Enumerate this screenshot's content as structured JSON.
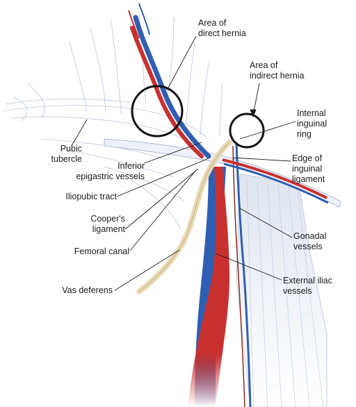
{
  "labels": {
    "direct_hernia": "Area of\ndirect hernia",
    "indirect_hernia": "Area of\nindirect hernia",
    "internal_ring": "Internal\ninguinal\nring",
    "pubic_tubercle": "Pubic\ntubercle",
    "inferior_epigastric": "Inferior\nepigastric vessels",
    "inguinal_ligament": "Edge of\ninguinal\nligament",
    "iliopubic_tract": "Iliopubic tract",
    "coopers_ligament": "Cooper's\nligament",
    "gonadal_vessels": "Gonadal\nvessels",
    "femoral_canal": "Femoral canal",
    "external_iliac": "External iliac\nvessels",
    "vas_deferens": "Vas deferens"
  },
  "colors": {
    "artery": "#c8302f",
    "vein": "#2f5fb3",
    "vas": "#e8d9b4",
    "fascia": "#b9c2d6",
    "leader": "#1a1a1a",
    "circle": "#111111"
  }
}
